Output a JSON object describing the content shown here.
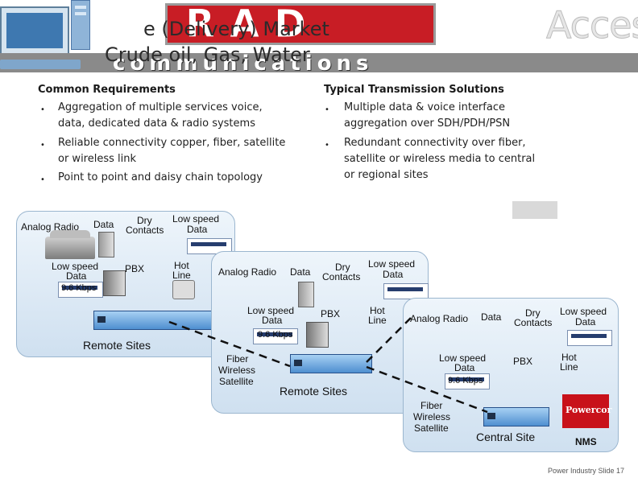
{
  "banner": {
    "title_line1": "e (Delivery) Market",
    "title_line2": "Crude oil, Gas, Water",
    "logo_text": "RAD",
    "watermark": "Access",
    "strip_text": "communications"
  },
  "left_column": {
    "header": "Common Requirements",
    "items": [
      "Aggregation of multiple services voice,",
      "data, dedicated data & radio systems",
      "Reliable connectivity copper, fiber, satellite",
      "or wireless link",
      "Point to point and daisy chain topology"
    ]
  },
  "right_column": {
    "header": "Typical Transmission Solutions",
    "items": [
      "Multiple data & voice interface",
      "aggregation over SDH/PDH/PSN",
      "Redundant connectivity over fiber,",
      "satellite or wireless media to central",
      "or regional sites"
    ]
  },
  "bullet_glyph": "•",
  "diagram": {
    "labels": {
      "analog_radio": "Analog Radio",
      "data": "Data",
      "dry_contacts_1": "Dry",
      "dry_contacts_2": "Contacts",
      "low_speed_1": "Low speed",
      "low_speed_2": "Data",
      "pbx": "PBX",
      "hot_1": "Hot",
      "hot_2": "Line",
      "kbps": "9.6 Kbps",
      "fiber": "Fiber",
      "wireless": "Wireless",
      "satellite": "Satellite",
      "remote_sites": "Remote Sites",
      "central_site": "Central Site",
      "nms": "NMS",
      "powercor": "Powercor"
    }
  },
  "footer": "Power Industry   Slide 17"
}
